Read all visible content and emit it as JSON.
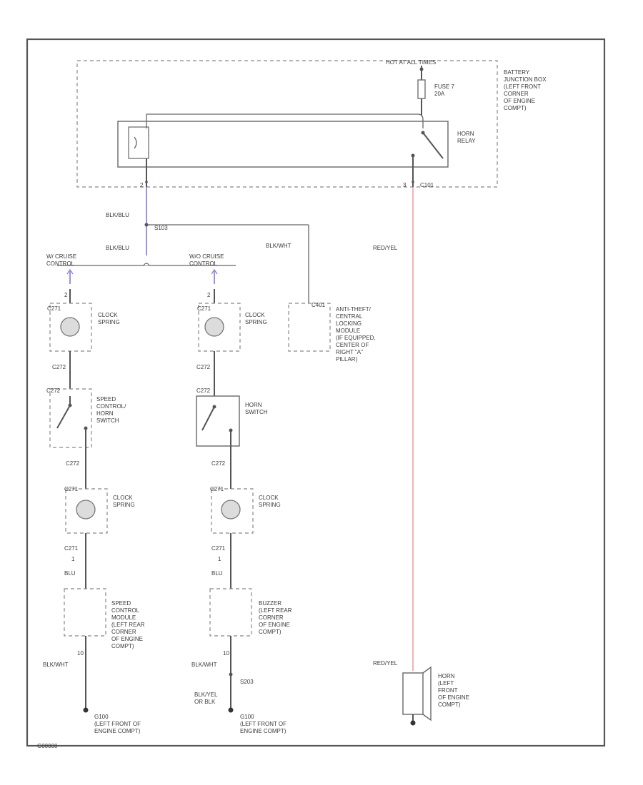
{
  "colors": {
    "red_wire": "#f4a0a0",
    "blue_wire": "#8a88e0",
    "line": "#555555"
  },
  "labels": {
    "hot_at_all_times": "HOT AT ALL TIMES",
    "fuse": [
      "FUSE 7",
      "20A"
    ],
    "battery_junction_box": [
      "BATTERY",
      "JUNCTION BOX",
      "(LEFT FRONT",
      "CORNER",
      "OF ENGINE",
      "COMPT)"
    ],
    "horn_relay": [
      "HORN",
      "RELAY"
    ],
    "relay_pin_left": "2",
    "relay_pin_right": "3",
    "relay_pin_right_conn": "C101",
    "wire_bk_blu_1": "BLK/BLU",
    "splice": "S103",
    "wire_bk_blu_2": "BLK/BLU",
    "wire_bk_wht": "BLK/WHT",
    "wire_red_yel_1": "RED/YEL",
    "w_cruise": [
      "W/ CRUISE",
      "CONTROL"
    ],
    "wo_cruise": [
      "W/O CRUISE",
      "CONTROL"
    ],
    "pin_left": "2",
    "pin_mid": "2",
    "conn_top_left": "C271",
    "conn_top_mid": "C271",
    "clock_spring": [
      "CLOCK",
      "SPRING"
    ],
    "anti_theft_conn": "C401",
    "anti_theft": [
      "ANTI-THEFT/",
      "CENTRAL",
      "LOCKING",
      "MODULE",
      "(IF EQUIPPED,",
      "CENTER OF",
      "RIGHT \"A\"",
      "PILLAR)"
    ],
    "conn_c2_left": "C272",
    "conn_c2_mid": "C272",
    "speed_horn_switch": [
      "SPEED",
      "CONTROL/",
      "HORN",
      "SWITCH"
    ],
    "horn_switch": [
      "HORN",
      "SWITCH"
    ],
    "conn_c3_left": "C272",
    "conn_c3_mid": "C272",
    "conn_c4_left": "C271",
    "conn_c4_mid": "C271",
    "pin_c4_left": "1",
    "pin_c4_mid": "1",
    "wire_blu_left": "BLU",
    "wire_blu_mid": "BLU",
    "speed_control_module": [
      "SPEED",
      "CONTROL",
      "MODULE",
      "(LEFT REAR",
      "CORNER",
      "OF ENGINE",
      "COMPT)"
    ],
    "buzzer": [
      "BUZZER",
      "(LEFT REAR",
      "CORNER",
      "OF ENGINE",
      "COMPT)"
    ],
    "pin_10_left": "10",
    "pin_10_mid": "10",
    "wire_bk_wht_left": "BLK/WHT",
    "wire_bk_wht_mid": "BLK/WHT",
    "splice_mid": "S203",
    "wire_bk_yel": [
      "BLK/YEL",
      "OR BLK"
    ],
    "ground_left": [
      "G100",
      "(LEFT FRONT OF",
      "ENGINE COMPT)"
    ],
    "ground_mid": [
      "G100",
      "(LEFT FRONT OF",
      "ENGINE COMPT)"
    ],
    "wire_red_yel_2": "RED/YEL",
    "horn": [
      "HORN",
      "(LEFT",
      "FRONT",
      "OF ENGINE",
      "COMPT)"
    ],
    "diagram_id": "G00000"
  }
}
